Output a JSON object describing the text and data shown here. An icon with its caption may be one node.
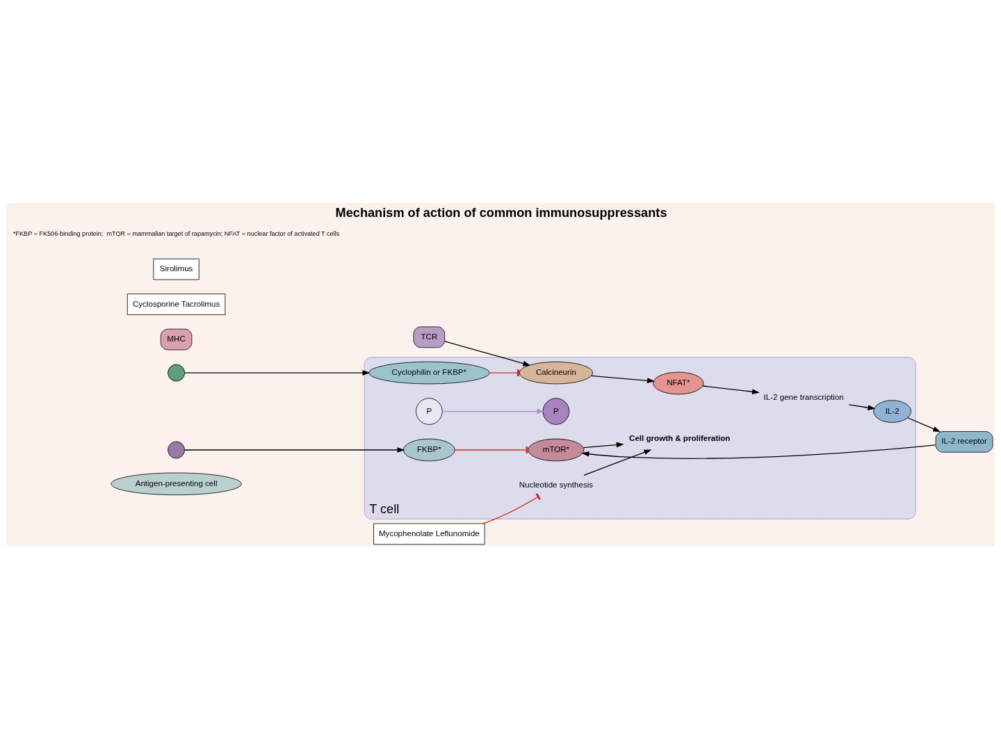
{
  "diagram": {
    "title": "Mechanism of action of common immunosuppressants",
    "nodes": [
      {
        "text": [
          "Antigen-presenting cell"
        ]
      },
      {
        "text": [
          "T cell"
        ]
      },
      {
        "text": [
          "MHC"
        ]
      },
      {
        "text": [
          "TCR"
        ]
      },
      {
        "text": [
          "Cyclosporine Tacrolimus"
        ]
      },
      {
        "text": [],
        "shape": "circle"
      },
      {
        "text": [
          "Cyclophilin or FKBP*"
        ],
        "in": 1
      },
      {
        "text": [
          "Calcineurin"
        ],
        "in": 1
      },
      {
        "text": [
          "NFAT*"
        ],
        "in": 1
      },
      {
        "text": [
          "P"
        ],
        "in": 1
      },
      {
        "text": [
          "P"
        ],
        "in": 1
      },
      {
        "text": [
          "IL-2 gene transcription"
        ],
        "in": 1
      },
      {
        "text": [
          "IL-2"
        ],
        "in": 1
      },
      {
        "text": [
          "IL-2 receptor"
        ]
      },
      {
        "text": [
          "Sirolimus"
        ]
      },
      {
        "text": [],
        "shape": "circle"
      },
      {
        "text": [
          "FKBP*"
        ],
        "in": 1
      },
      {
        "text": [
          "mTOR*"
        ],
        "in": 1
      },
      {
        "text": [
          "Mycophenolate Leflunomide"
        ]
      },
      {
        "text": [
          "Nucleotide synthesis"
        ],
        "in": 1
      },
      {
        "text": [
          "Cell growth & proliferation"
        ],
        "in": 1
      }
    ],
    "edges": [
      {
        "from": 3,
        "to": 7,
        "arrow": "to"
      },
      {
        "from": 5,
        "to": 6,
        "arrow": "to"
      },
      {
        "from": 6,
        "to": 7,
        "arrow": "other",
        "color": "#d62828"
      },
      {
        "from": 7,
        "to": 8,
        "arrow": "to"
      },
      {
        "from": 9,
        "to": 10,
        "arrow": "to",
        "color": "#b48cc8"
      },
      {
        "from": 8,
        "to": 11,
        "arrow": "to"
      },
      {
        "from": 11,
        "to": 12,
        "arrow": "to"
      },
      {
        "from": 12,
        "to": 13,
        "arrow": "to"
      },
      {
        "from": 15,
        "to": 16,
        "arrow": "to"
      },
      {
        "from": 13,
        "to": 17,
        "arrow": "to"
      },
      {
        "from": 16,
        "to": 17,
        "arrow": "other",
        "color": "#d62828"
      },
      {
        "from": 18,
        "to": 19,
        "arrow": "other",
        "color": "#d62828"
      },
      {
        "from": 17,
        "to": 20,
        "arrow": "to"
      },
      {
        "from": 19,
        "to": 20,
        "arrow": "to"
      }
    ],
    "labels": [
      "*FKBP = FK506-binding protein;  mTOR = mammalian target of rapamycin; NFAT = nuclear factor of activated T cells"
    ]
  }
}
